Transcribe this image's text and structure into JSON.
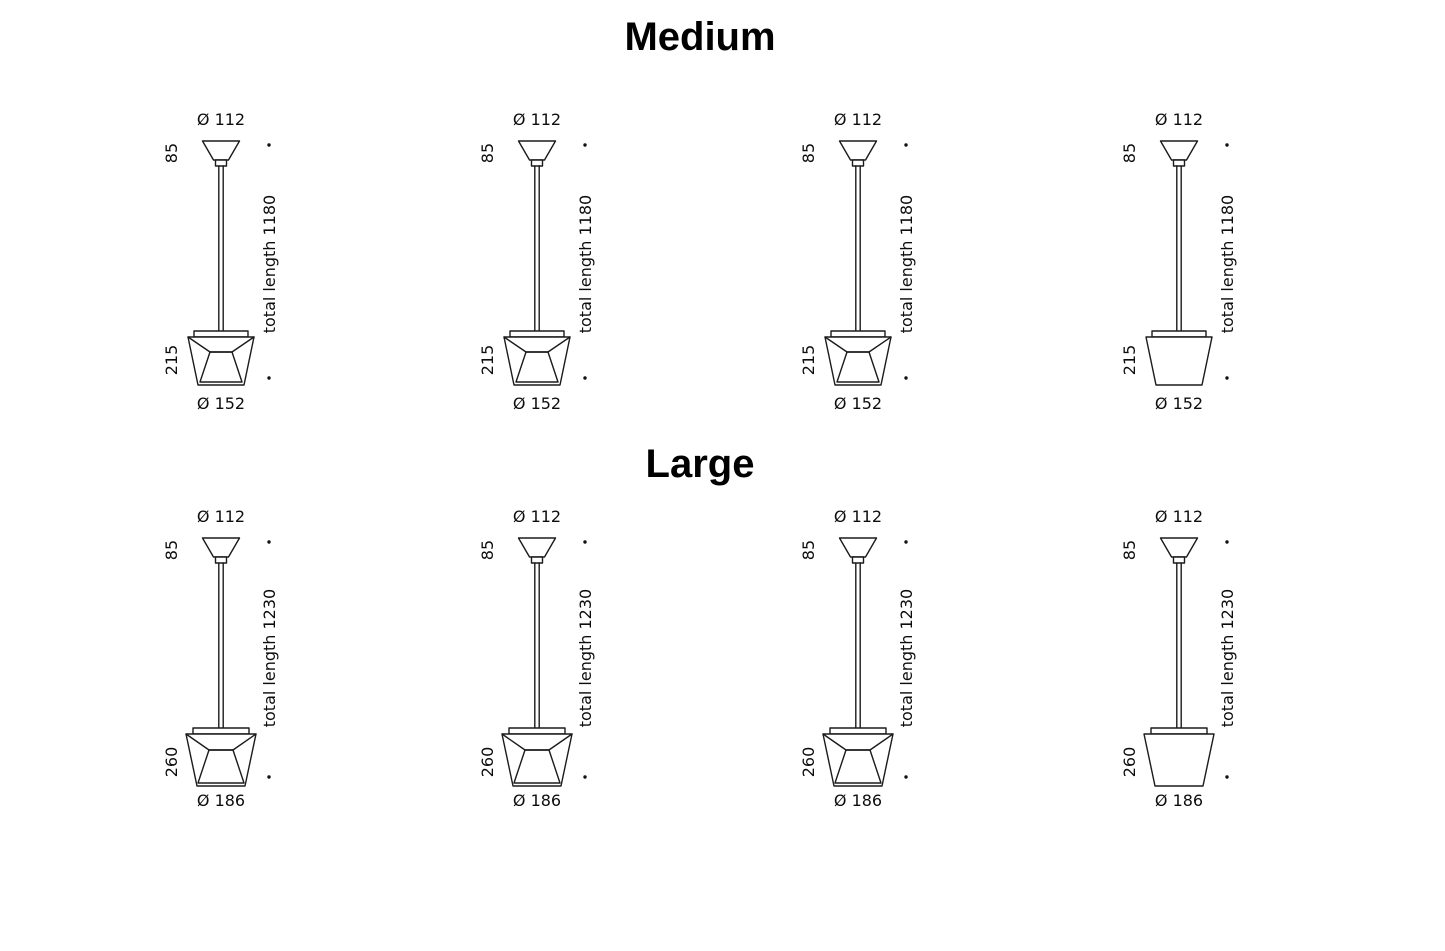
{
  "colors": {
    "line": "#1b1b1b",
    "inner_gray": "#c9c9c9",
    "shade_gray": "#d2d2d2",
    "text": "#000000"
  },
  "sections": [
    {
      "title": "Medium",
      "lamps": [
        {
          "style": "clear-glass-crystal-reflector",
          "top_diameter": "Ø 112",
          "canopy_height": "85",
          "shade_height": "215",
          "bottom_diameter": "Ø 152",
          "total_length": "total length 1180"
        },
        {
          "style": "clear-glass-opal-reflector",
          "top_diameter": "Ø 112",
          "canopy_height": "85",
          "shade_height": "215",
          "bottom_diameter": "Ø 152",
          "total_length": "total length 1180"
        },
        {
          "style": "clear-glass-mesh-reflector",
          "top_diameter": "Ø 112",
          "canopy_height": "85",
          "shade_height": "215",
          "bottom_diameter": "Ø 152",
          "total_length": "total length 1180"
        },
        {
          "style": "opal-glass",
          "top_diameter": "Ø 112",
          "canopy_height": "85",
          "shade_height": "215",
          "bottom_diameter": "Ø 152",
          "total_length": "total length 1180"
        }
      ]
    },
    {
      "title": "Large",
      "lamps": [
        {
          "style": "clear-glass-crystal-reflector",
          "top_diameter": "Ø 112",
          "canopy_height": "85",
          "shade_height": "260",
          "bottom_diameter": "Ø 186",
          "total_length": "total length 1230"
        },
        {
          "style": "clear-glass-opal-reflector",
          "top_diameter": "Ø 112",
          "canopy_height": "85",
          "shade_height": "260",
          "bottom_diameter": "Ø 186",
          "total_length": "total length 1230"
        },
        {
          "style": "clear-glass-mesh-reflector",
          "top_diameter": "Ø 112",
          "canopy_height": "85",
          "shade_height": "260",
          "bottom_diameter": "Ø 186",
          "total_length": "total length 1230"
        },
        {
          "style": "opal-glass",
          "top_diameter": "Ø 112",
          "canopy_height": "85",
          "shade_height": "260",
          "bottom_diameter": "Ø 186",
          "total_length": "total length 1230"
        }
      ]
    }
  ]
}
